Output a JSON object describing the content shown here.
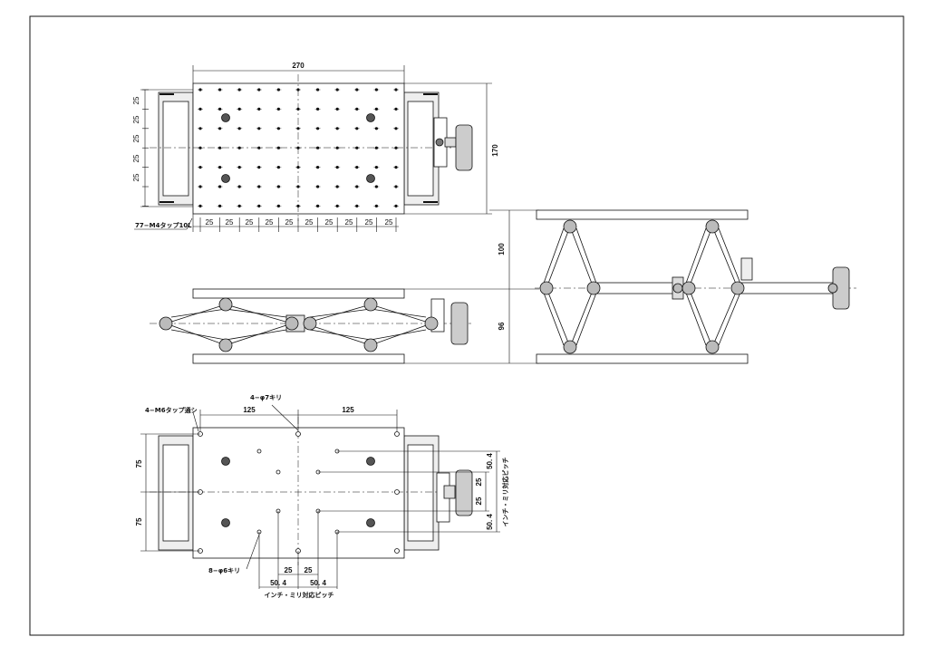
{
  "drawing": {
    "top_view": {
      "width_label": "270",
      "height_label": "170",
      "left_pitch_labels": [
        "25",
        "25",
        "25",
        "25",
        "25"
      ],
      "bottom_pitch_labels": [
        "25",
        "25",
        "25",
        "25",
        "25",
        "25",
        "25",
        "25",
        "25",
        "25"
      ],
      "tap_note": "77−M4タップ10L"
    },
    "side_view": {
      "lift_min_label": "96",
      "lift_max_label": "100"
    },
    "bottom_view": {
      "tap_note": "4−M6タップ通シ",
      "hole7_note": "4−φ7キリ",
      "half_width_left": "125",
      "half_width_right": "125",
      "half_height_top": "75",
      "half_height_bottom": "75",
      "hole6_note": "8−φ6キリ",
      "bottom_pitch_labels": [
        "25",
        "25"
      ],
      "bottom_inch_labels": [
        "50. 4",
        "50. 4"
      ],
      "right_pitch_labels": [
        "50. 4",
        "25",
        "25",
        "50. 4"
      ],
      "pitch_note": "インチ・ミリ対応ピッチ"
    }
  }
}
